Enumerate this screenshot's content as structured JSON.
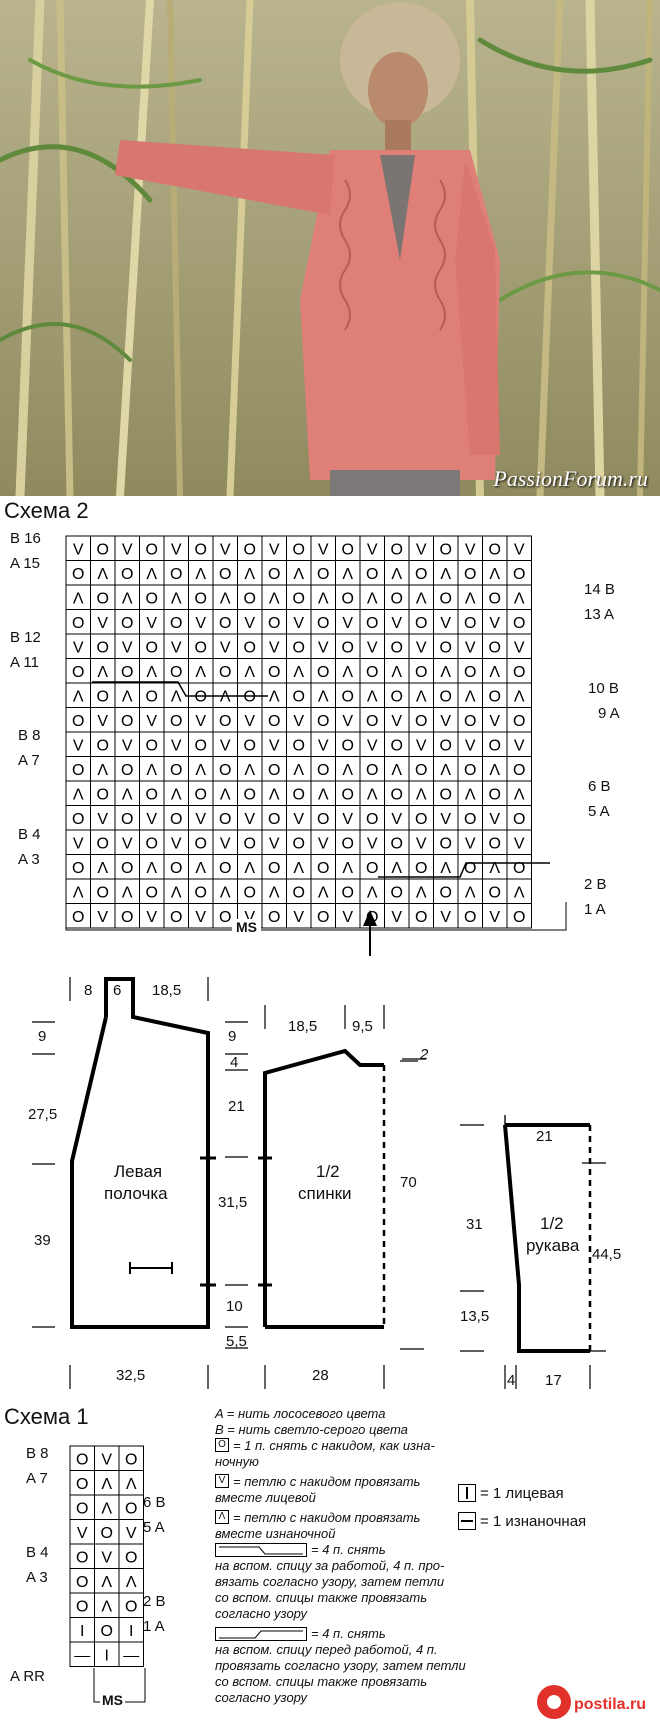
{
  "watermark": "PassionForum.ru",
  "footer_logo": "postila.ru",
  "schema2": {
    "title": "Схема 2",
    "left_labels": [
      "B 16",
      "A 15",
      "B 12",
      "A 11",
      "B 8",
      "A 7",
      "B 4",
      "A 3"
    ],
    "right_labels": [
      "14 B",
      "13 A",
      "10 B",
      "9 A",
      "6 B",
      "5 A",
      "2 B",
      "1 A"
    ],
    "ms_label": "MS",
    "symbols": [
      "V",
      "Λ",
      "O"
    ]
  },
  "pattern": {
    "front_widths": [
      "8",
      "6",
      "18,5"
    ],
    "front_left": [
      "9",
      "27,5",
      "39"
    ],
    "front_mid": [
      "9",
      "4",
      "21",
      "31,5",
      "10",
      "5,5"
    ],
    "front_name": [
      "Левая",
      "полочка"
    ],
    "front_bottom": "32,5",
    "back_top": [
      "18,5",
      "9,5"
    ],
    "back_top_right": "2",
    "back_name": [
      "1/2",
      "спинки"
    ],
    "back_right": "70",
    "back_bottom": "28",
    "sleeve_top": "21",
    "sleeve_left": [
      "31",
      "13,5"
    ],
    "sleeve_name": [
      "1/2",
      "рукава"
    ],
    "sleeve_right": "44,5",
    "sleeve_bottom": [
      "4",
      "17"
    ]
  },
  "schema1": {
    "title": "Схема 1",
    "left_labels": [
      "B 8",
      "A 7",
      "B 4",
      "A 3",
      "A RR"
    ],
    "right_labels": [
      "6 B",
      "5 A",
      "2 B",
      "1 A"
    ],
    "ms_label": "MS"
  },
  "legend": {
    "a": "A = нить лососевого цвета",
    "b": "B = нить светло-серого цвета",
    "o_line1": "= 1 п. снять с накидом, как изна-",
    "o_line2": "ночную",
    "v_line1": "= петлю с накидом провязать",
    "v_line2": "вместе лицевой",
    "l_line1": "= петлю с накидом провязать",
    "l_line2": "вместе изнаночной",
    "cable1_head": "= 4 п. снять",
    "cable1_lines": [
      "на вспом. спицу за работой, 4 п. про-",
      "вязать согласно узору, затем петли",
      "со вспом. спицы также провязать",
      "согласно узору"
    ],
    "cable2_head": "= 4 п. снять",
    "cable2_lines": [
      "на вспом. спицу перед работой, 4 п.",
      "провязать согласно узору, затем петли",
      "со вспом. спицы также провязать",
      "согласно узору"
    ],
    "knit": "= 1 лицевая",
    "purl": "= 1 изнаночная"
  }
}
